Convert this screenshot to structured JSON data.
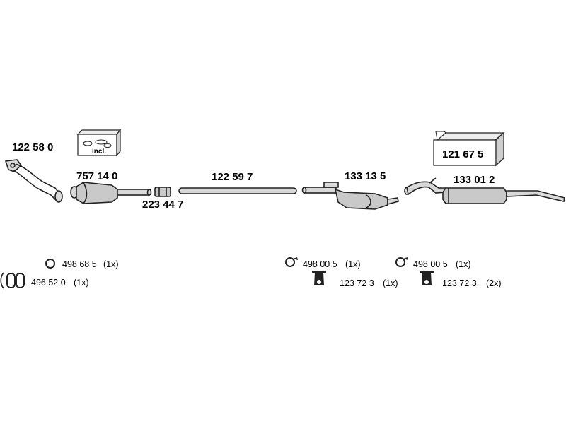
{
  "parts": {
    "front_pipe": "122 58 0",
    "catalytic_converter": "757 14 0",
    "catalytic_box_note": "incl.",
    "connector": "223 44 7",
    "middle_pipe": "122 59 7",
    "middle_silencer": "133 13 5",
    "rear_silencer": "133 01 2",
    "rear_kit_box": "121 67 5"
  },
  "accessories": {
    "ring_1_part": "498 68 5",
    "ring_1_qty": "(1x)",
    "clamp_part": "496 52 0",
    "clamp_qty": "(1x)",
    "ring_2_part": "498 00 5",
    "ring_2_qty": "(1x)",
    "hanger_1_part": "123 72 3",
    "hanger_1_qty": "(1x)",
    "ring_3_part": "498 00 5",
    "ring_3_qty": "(1x)",
    "hanger_2_part": "123 72 3",
    "hanger_2_qty": "(2x)"
  }
}
